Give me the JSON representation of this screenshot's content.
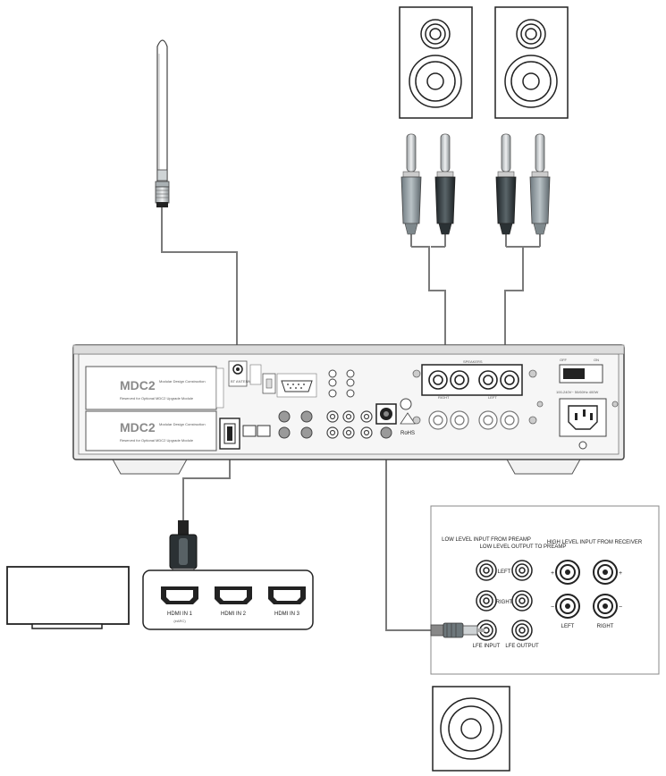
{
  "amplifier": {
    "module1_brand": "MDC2",
    "module2_brand": "MDC2",
    "module_sub": "Modular Design Construction",
    "module_note": "Reserved for Optional MDC2 Upgrade Module",
    "bt_label": "BT ANTENNA",
    "speakers_title": "SPEAKERS",
    "speaker_right": "RIGHT",
    "speaker_left": "LEFT",
    "power_off": "OFF",
    "power_on": "ON",
    "mains_label": "100-240V~ 50/60Hz 400W",
    "rohs": "RoHS"
  },
  "hdmi_panel": {
    "in1": "HDMI IN 1",
    "in1_sub": "(eARC)",
    "in2": "HDMI IN 2",
    "in3": "HDMI IN 3"
  },
  "sub_panel": {
    "col1_header": "LOW LEVEL INPUT FROM PREAMP",
    "col2_header": "LOW LEVEL OUTPUT TO PREAMP",
    "col3_header": "HIGH LEVEL INPUT FROM RECEIVER",
    "left": "LEFT",
    "right": "RIGHT",
    "lfe_input": "LFE INPUT",
    "lfe_output": "LFE OUTPUT",
    "hl_left": "LEFT",
    "hl_right": "RIGHT",
    "plus": "+",
    "minus": "−"
  }
}
